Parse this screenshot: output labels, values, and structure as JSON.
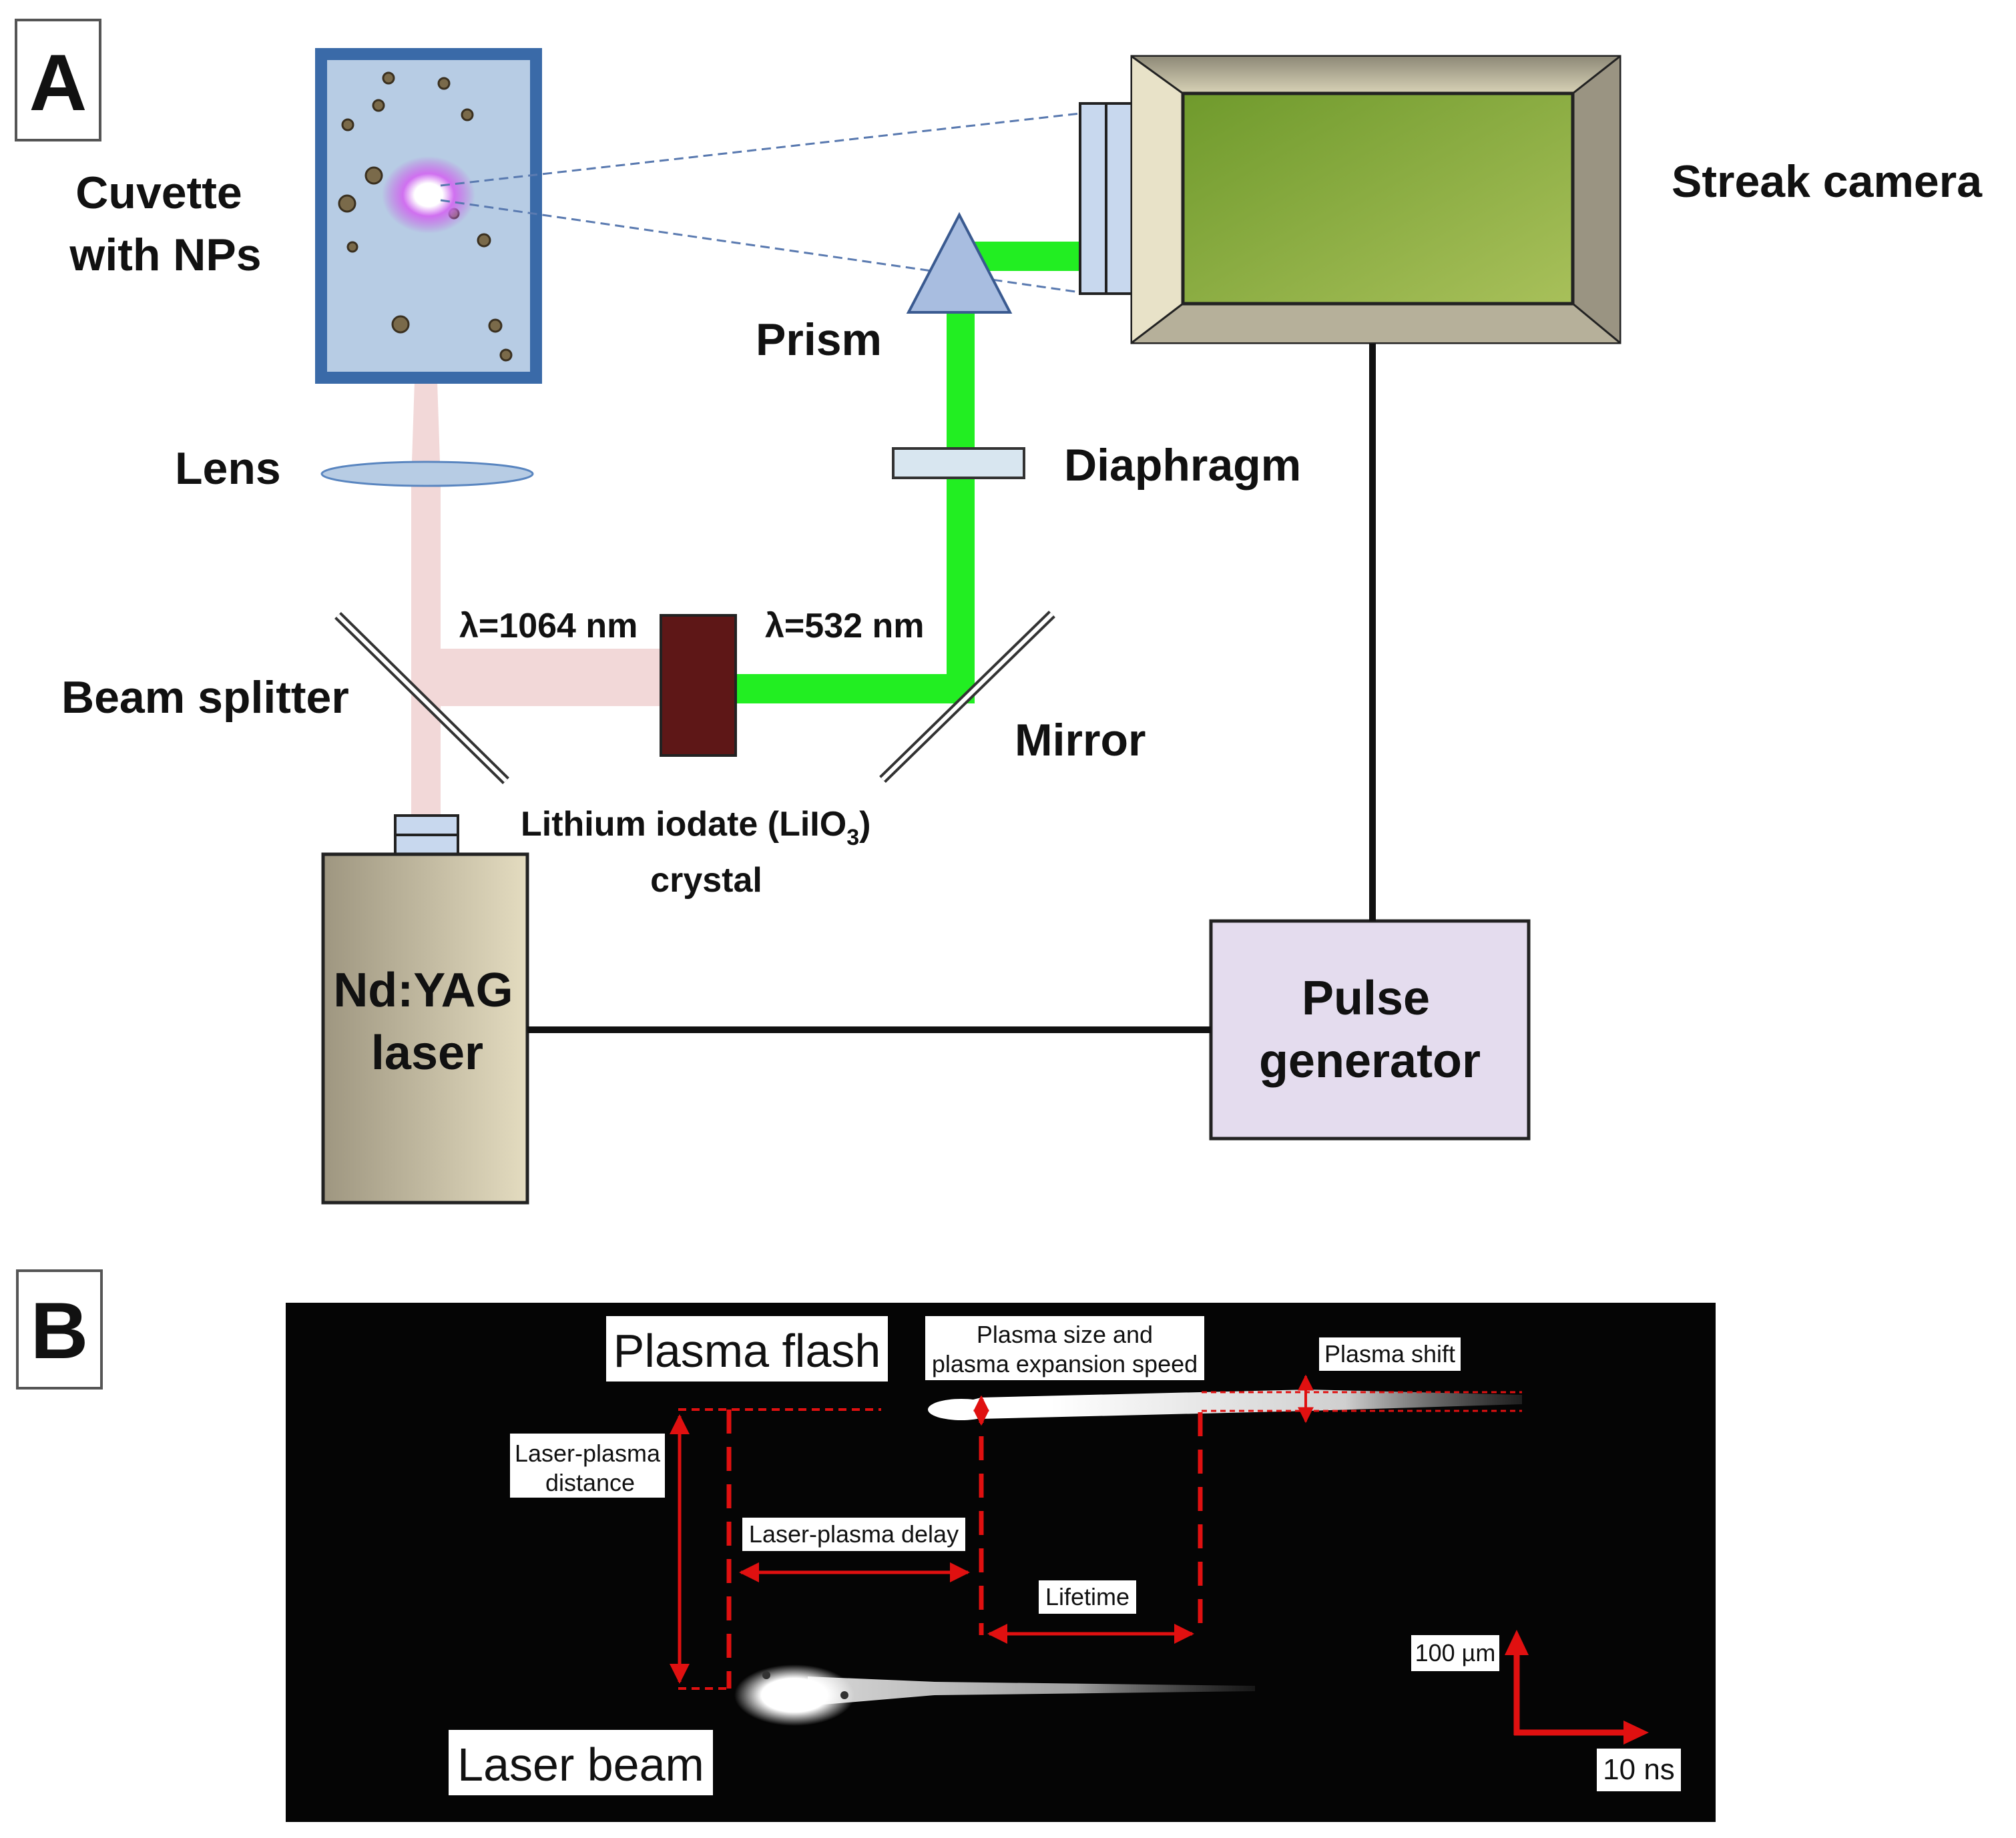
{
  "panel_a": {
    "letter": "A",
    "labels": {
      "cuvette_line1": "Cuvette",
      "cuvette_line2": "with NPs",
      "streak_camera": "Streak camera",
      "prism": "Prism",
      "lens": "Lens",
      "diaphragm": "Diaphragm",
      "wavelength_ir": "λ=1064 nm",
      "wavelength_green": "λ=532 nm",
      "beam_splitter": "Beam splitter",
      "mirror": "Mirror",
      "crystal_line1_pre": "Lithium iodate (LiIO",
      "crystal_line1_sub": "3",
      "crystal_line1_post": ")",
      "crystal_line2": "crystal",
      "laser_line1": "Nd:YAG",
      "laser_line2": "laser",
      "pulse_line1": "Pulse",
      "pulse_line2": "generator"
    },
    "colors": {
      "ir_beam": "#f2d8d8",
      "green_beam": "#22ee22",
      "cuvette_frame": "#3a6aa8",
      "cuvette_fill": "#b7cce4",
      "camera_screen": "#8aae42",
      "camera_body": "#d8d2b6",
      "laser_body": "#c8c0a4",
      "crystal": "#5e1717",
      "prism": "#a8bde0",
      "pulse_box": "#e4dcee",
      "plasma": "#c060e0"
    }
  },
  "panel_b": {
    "letter": "B",
    "labels": {
      "plasma_flash": "Plasma flash",
      "laser_beam": "Laser beam",
      "plasma_size_line1": "Plasma size and",
      "plasma_size_line2": "plasma expansion speed",
      "plasma_shift": "Plasma shift",
      "laser_plasma_distance_line1": "Laser-plasma",
      "laser_plasma_distance_line2": "distance",
      "laser_plasma_delay": "Laser-plasma delay",
      "lifetime": "Lifetime",
      "scale_space": "100 µm",
      "scale_time": "10 ns"
    },
    "colors": {
      "background": "#050505",
      "annotation": "#e01010",
      "streak": "#f4f4f4"
    }
  }
}
